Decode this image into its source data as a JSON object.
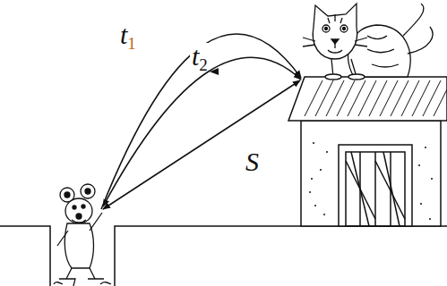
{
  "diagram": {
    "labels": [
      "t1",
      "t2",
      "S"
    ]
  }
}
